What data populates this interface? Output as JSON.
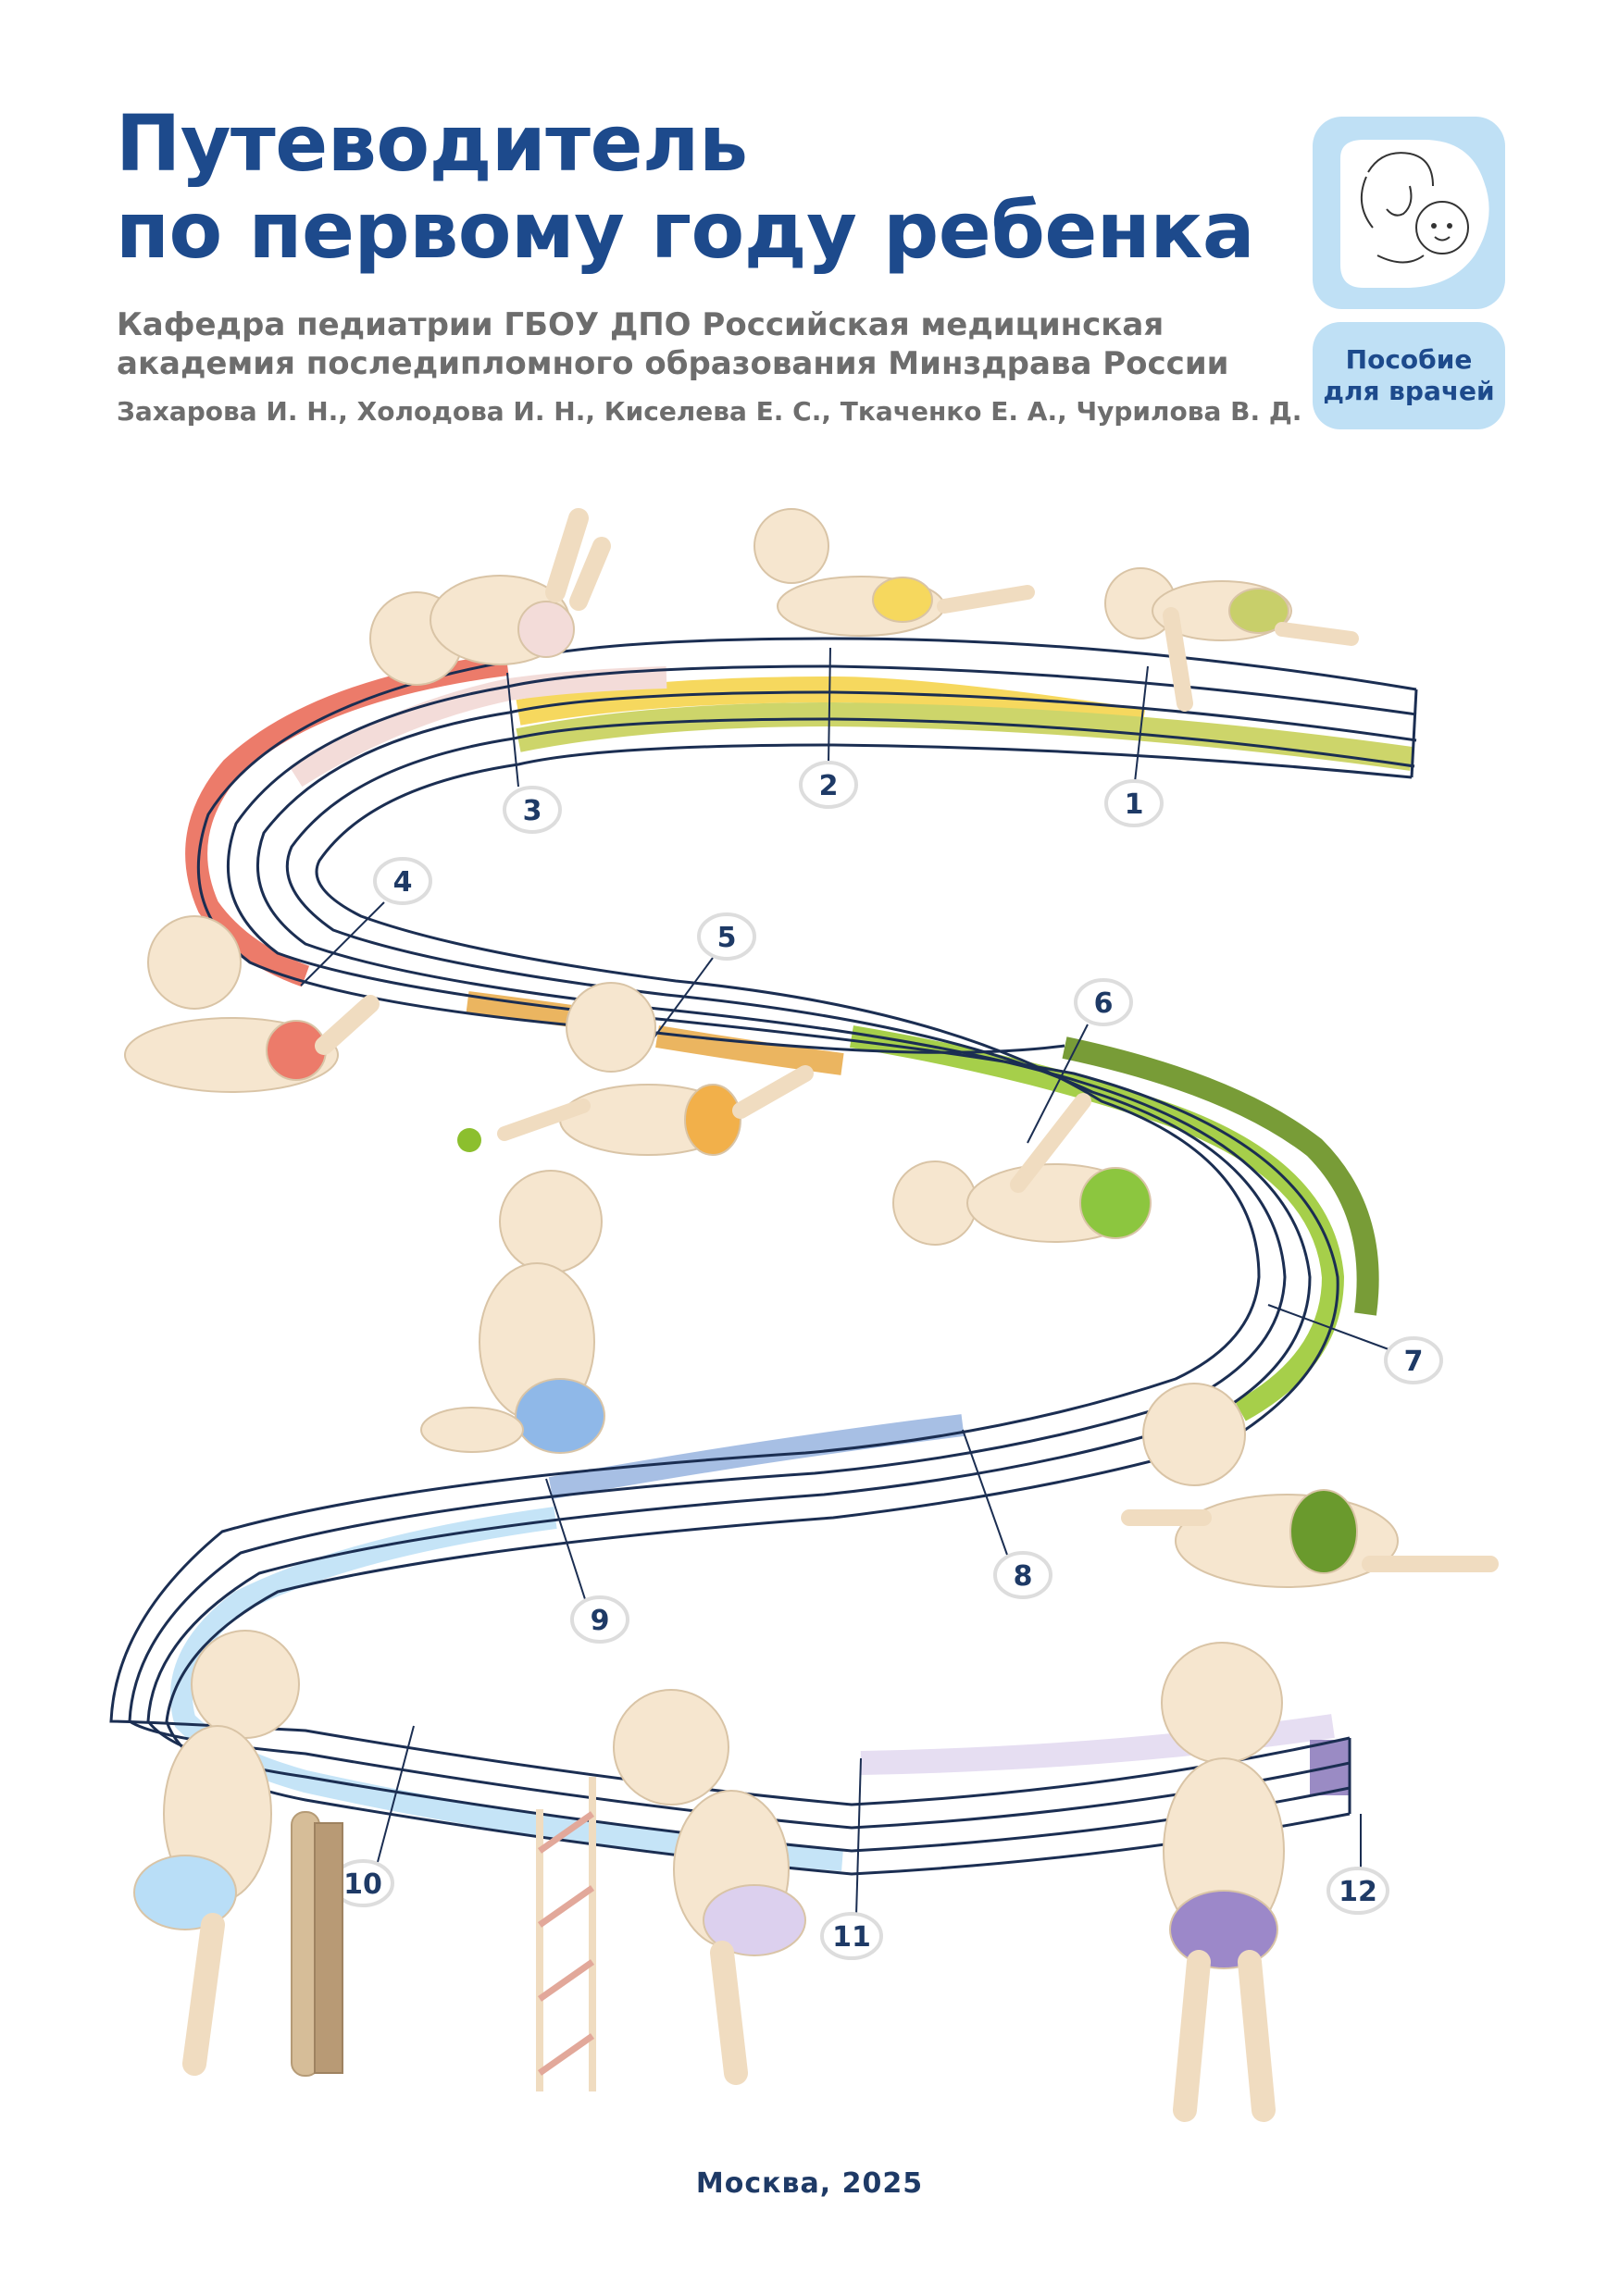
{
  "header": {
    "title_line1": "Путеводитель",
    "title_line2": "по первому году ребенка",
    "subtitle_line1": "Кафедра педиатрии ГБОУ ДПО Российская медицинская",
    "subtitle_line2": "академия последипломного образования Минздрава России",
    "authors": "Захарова И. Н., Холодова И. Н., Киселева Е. С., Ткаченко Е. А., Чурилова В. Д.",
    "logo_icon": "mother-and-baby-heart-icon",
    "badge_line1": "Пособие",
    "badge_line2": "для врачей"
  },
  "timeline": {
    "months": [
      "1",
      "2",
      "3",
      "4",
      "5",
      "6",
      "7",
      "8",
      "9",
      "10",
      "11",
      "12"
    ],
    "colors": {
      "line": "#1b2e52",
      "red": "#ec7b6a",
      "pink": "#f3dcd9",
      "yellow": "#f6d85e",
      "olive": "#cdd56a",
      "orange": "#ebb560",
      "light_green": "#a6cf4a",
      "dark_green": "#789c37",
      "blue": "#a7bfe4",
      "light_blue": "#c5e4f7",
      "lavender": "#e6def2",
      "purple": "#9a8bc4"
    },
    "babies": [
      {
        "month": "1",
        "pose": "lying-on-tummy-arm-down",
        "diaper": "#c8cf6a"
      },
      {
        "month": "2",
        "pose": "lifting-head-on-tummy",
        "diaper": "#f6d85e"
      },
      {
        "month": "3",
        "pose": "on-back-holding-feet",
        "diaper": "#f3dcd9"
      },
      {
        "month": "4",
        "pose": "on-tummy-propped",
        "diaper": "#ec7b6a"
      },
      {
        "month": "5",
        "pose": "reaching-for-ball",
        "diaper": "#f2b04a"
      },
      {
        "month": "6",
        "pose": "on-back-foot-to-mouth",
        "diaper": "#8cc63f"
      },
      {
        "month": "7",
        "pose": "sitting",
        "diaper": "#8fb8e8"
      },
      {
        "month": "8",
        "pose": "crawling",
        "diaper": "#6a9a2d"
      },
      {
        "month": "10",
        "pose": "standing-holding-support",
        "diaper": "#b9def7"
      },
      {
        "month": "11",
        "pose": "stepping-holding-ladder",
        "diaper": "#dcd0ee"
      },
      {
        "month": "12",
        "pose": "standing-alone",
        "diaper": "#9c88c9"
      }
    ]
  },
  "footer": {
    "place_year": "Москва, 2025"
  }
}
